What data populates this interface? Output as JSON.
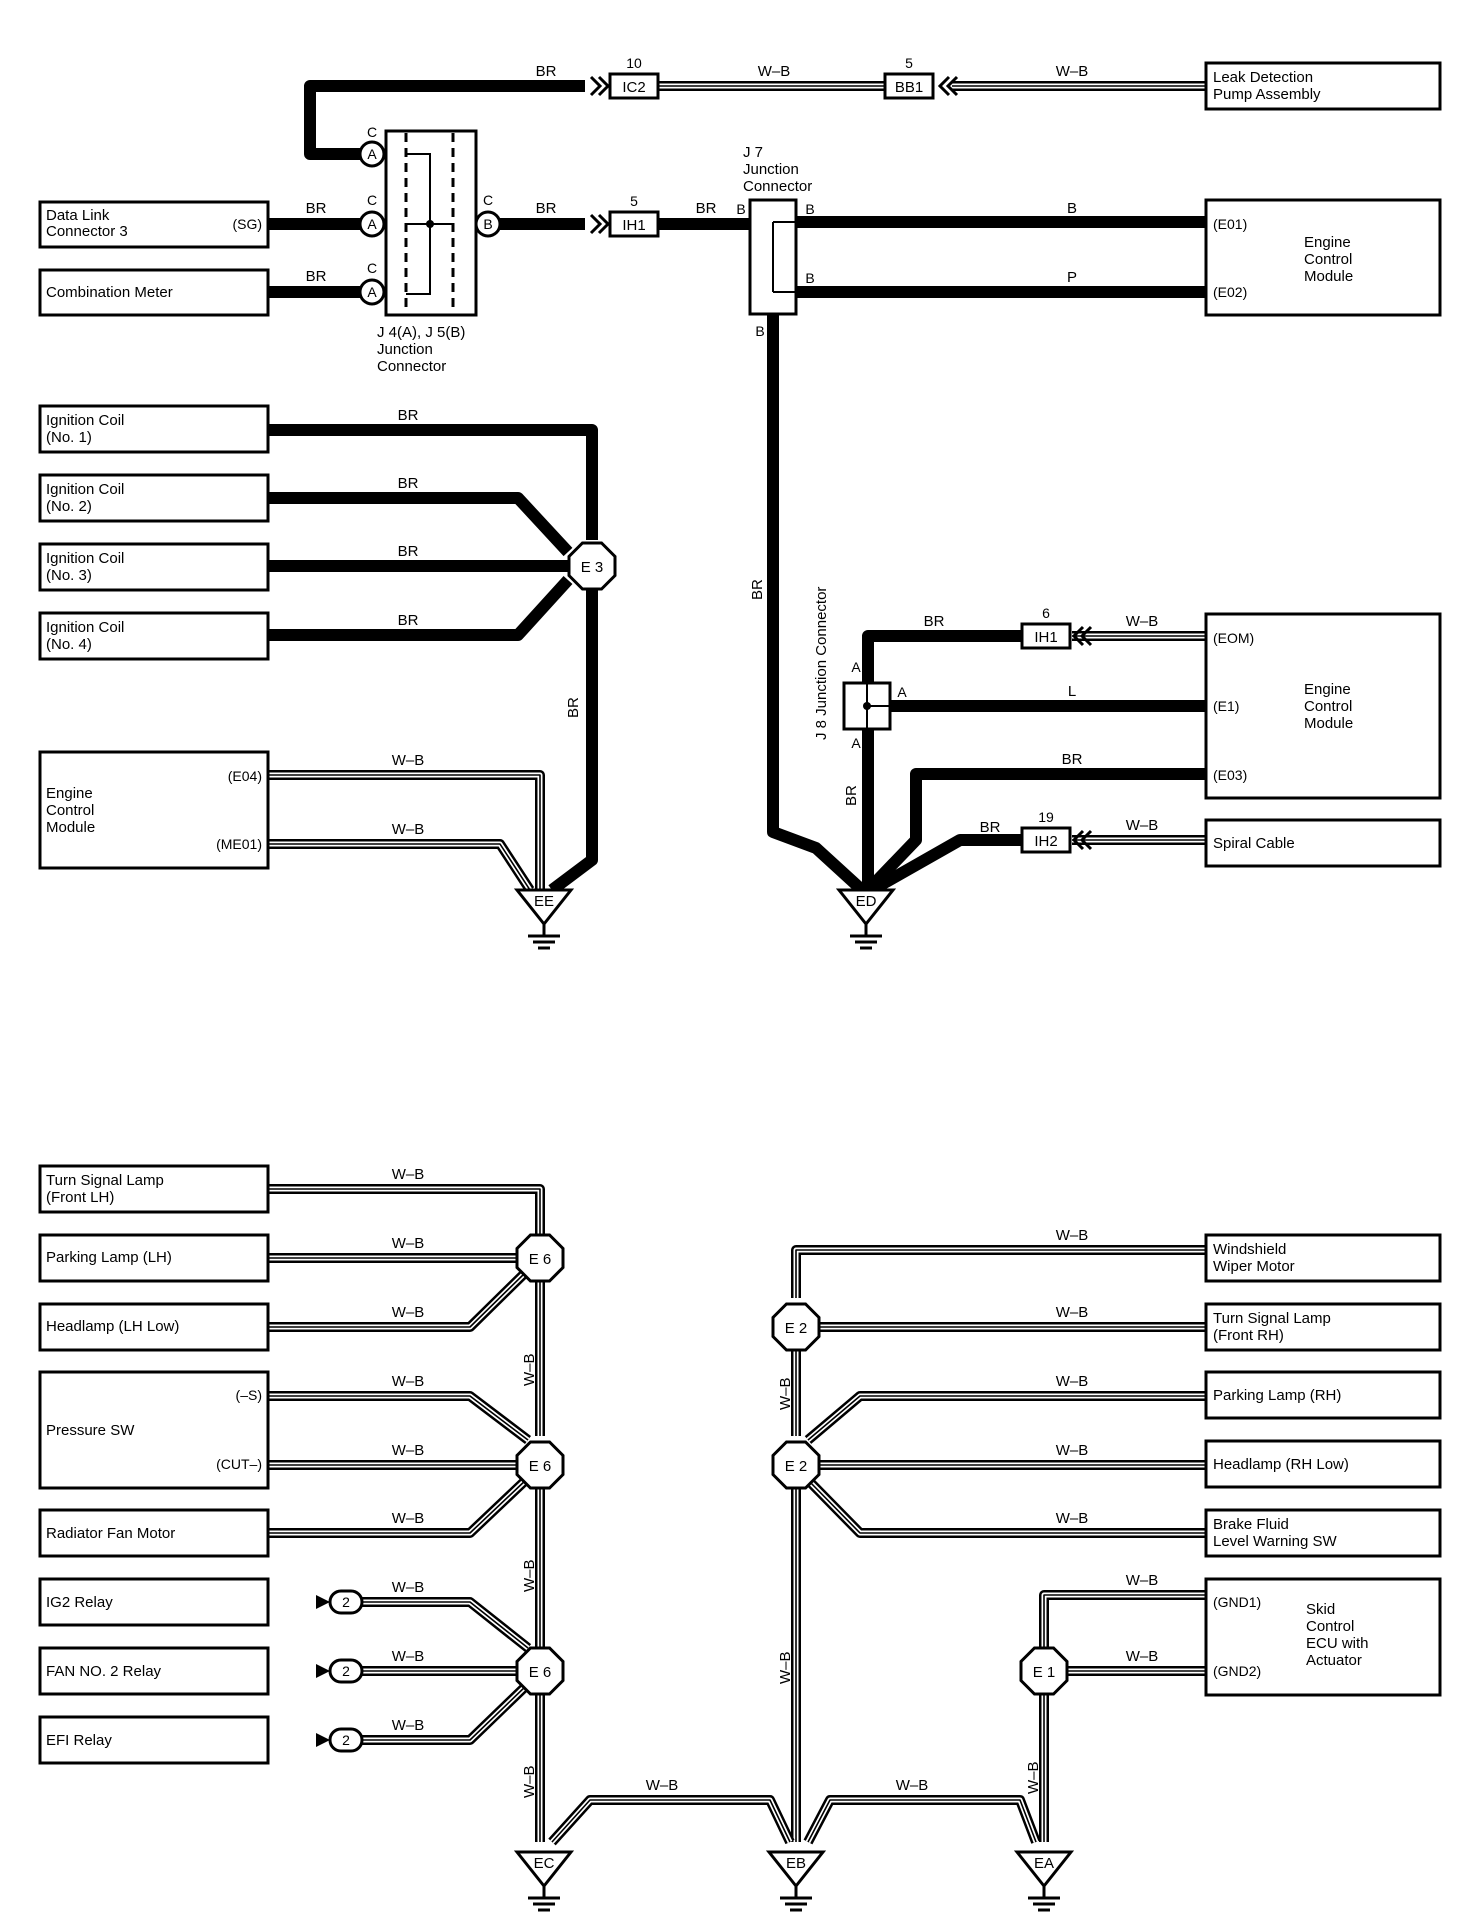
{
  "colors": {
    "wire": "#000000",
    "background": "#ffffff"
  },
  "wire_codes": {
    "br": "BR",
    "wb": "W–B",
    "b": "B",
    "p": "P",
    "l": "L"
  },
  "blocks": {
    "leak_detection": [
      "Leak Detection",
      "Pump Assembly"
    ],
    "dlc3": [
      "Data Link",
      "Connector 3"
    ],
    "combination_meter": [
      "Combination Meter"
    ],
    "ecm_top": [
      "Engine",
      "Control",
      "Module"
    ],
    "ign_coil_1": [
      "Ignition Coil",
      "(No. 1)"
    ],
    "ign_coil_2": [
      "Ignition Coil",
      "(No. 2)"
    ],
    "ign_coil_3": [
      "Ignition Coil",
      "(No. 3)"
    ],
    "ign_coil_4": [
      "Ignition Coil",
      "(No. 4)"
    ],
    "ecm_left": [
      "Engine",
      "Control",
      "Module"
    ],
    "ecm_right": [
      "Engine",
      "Control",
      "Module"
    ],
    "spiral_cable": [
      "Spiral Cable"
    ],
    "turn_lamp_lh": [
      "Turn Signal Lamp",
      "(Front LH)"
    ],
    "parking_lamp_lh": [
      "Parking Lamp (LH)"
    ],
    "headlamp_lh": [
      "Headlamp (LH Low)"
    ],
    "pressure_sw": [
      "Pressure SW"
    ],
    "radiator_fan": [
      "Radiator Fan Motor"
    ],
    "ig2_relay": [
      "IG2 Relay"
    ],
    "fan2_relay": [
      "FAN NO. 2 Relay"
    ],
    "efi_relay": [
      "EFI Relay"
    ],
    "wiper_motor": [
      "Windshield",
      "Wiper Motor"
    ],
    "turn_lamp_rh": [
      "Turn Signal Lamp",
      "(Front RH)"
    ],
    "parking_lamp_rh": [
      "Parking Lamp (RH)"
    ],
    "headlamp_rh": [
      "Headlamp (RH Low)"
    ],
    "brake_fluid_sw": [
      "Brake Fluid",
      "Level Warning SW"
    ],
    "skid_ecu": [
      "Skid",
      "Control",
      "ECU with",
      "Actuator"
    ]
  },
  "pins": {
    "sg": "(SG)",
    "e01": "(E01)",
    "e02": "(E02)",
    "e04": "(E04)",
    "me01": "(ME01)",
    "eom": "(EOM)",
    "e1": "(E1)",
    "e03": "(E03)",
    "minus_s": "(–S)",
    "cut_minus": "(CUT–)",
    "gnd1": "(GND1)",
    "gnd2": "(GND2)"
  },
  "connectors": {
    "ic2": {
      "name": "IC2",
      "pin": "10"
    },
    "bb1": {
      "name": "BB1",
      "pin": "5"
    },
    "ih1_top": {
      "name": "IH1",
      "pin": "5"
    },
    "ih1_mid": {
      "name": "IH1",
      "pin": "6"
    },
    "ih2": {
      "name": "IH2",
      "pin": "19"
    },
    "relay_pin": "2"
  },
  "junctions": {
    "j4j5": [
      "J 4(A), J 5(B)",
      "Junction",
      "Connector"
    ],
    "j7": [
      "J 7",
      "Junction",
      "Connector"
    ],
    "j8": "J 8  Junction Connector",
    "pin_a": "A",
    "pin_b": "B",
    "pin_c": "C"
  },
  "splices": {
    "e3": "E 3",
    "e6": "E 6",
    "e2": "E 2",
    "e1": "E 1"
  },
  "grounds": {
    "ee": "EE",
    "ed": "ED",
    "ec": "EC",
    "eb": "EB",
    "ea": "EA"
  }
}
